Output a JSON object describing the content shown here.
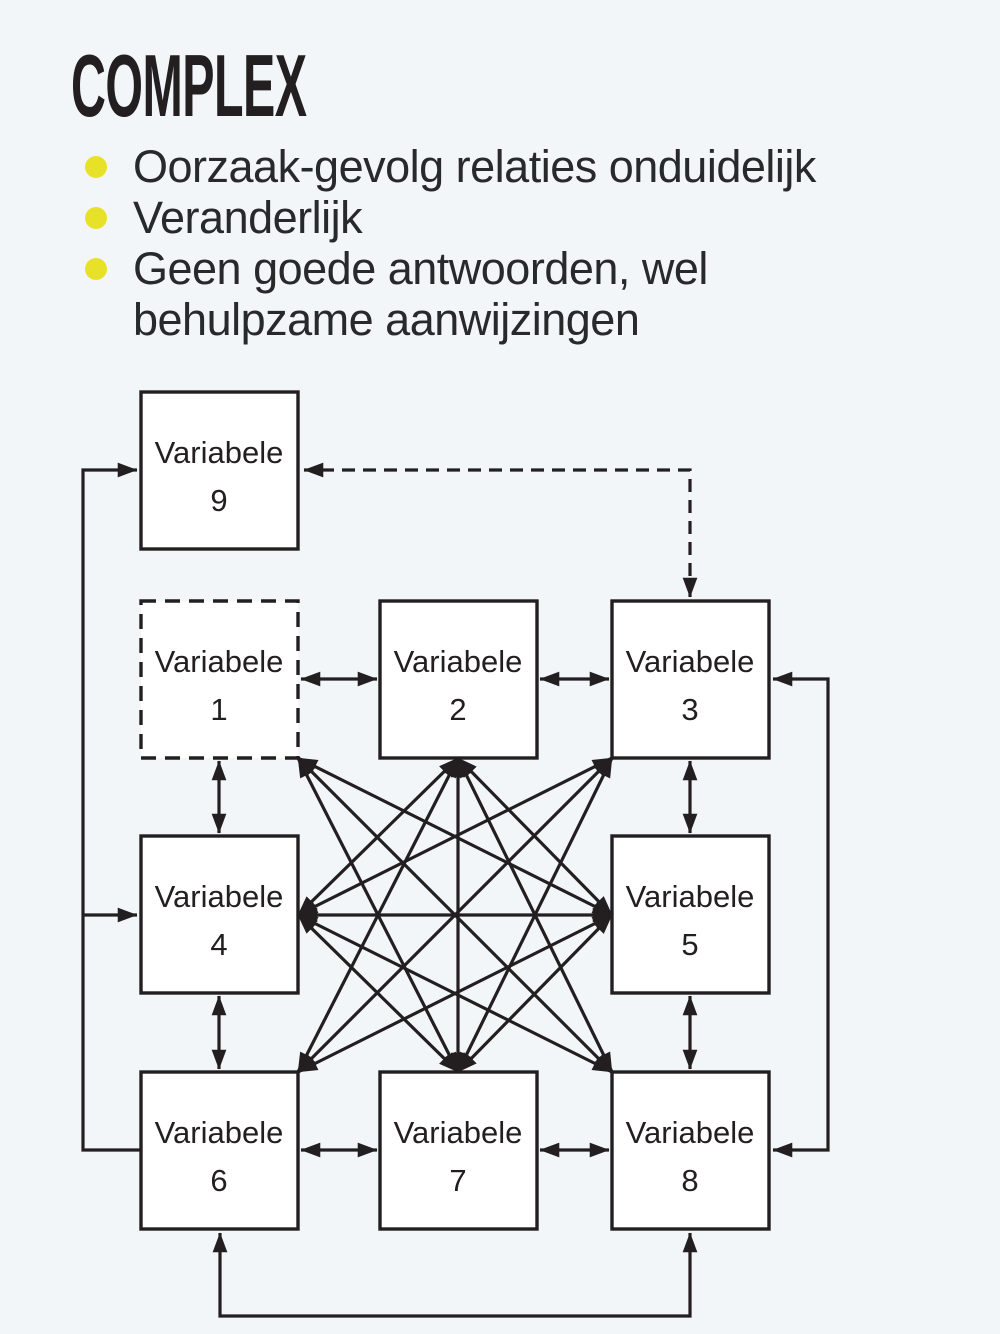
{
  "title": "COMPLEX",
  "bullets": {
    "items": [
      {
        "text": "Oorzaak-gevolg relaties onduidelijk"
      },
      {
        "text": "Veranderlijk"
      },
      {
        "text": "Geen goede antwoorden, wel\nbehulpzame aanwijzingen"
      }
    ]
  },
  "diagram": {
    "box_word": "Variabele",
    "boxes": [
      {
        "number": "1",
        "style": "dashed"
      },
      {
        "number": "2",
        "style": "solid"
      },
      {
        "number": "3",
        "style": "solid"
      },
      {
        "number": "4",
        "style": "solid"
      },
      {
        "number": "5",
        "style": "solid"
      },
      {
        "number": "6",
        "style": "solid"
      },
      {
        "number": "7",
        "style": "solid"
      },
      {
        "number": "8",
        "style": "solid"
      },
      {
        "number": "9",
        "style": "solid"
      }
    ]
  },
  "colors": {
    "background": "#f3f6f9",
    "ink": "#231f20",
    "bullet_dot": "#e7e128",
    "box_fill": "#ffffff",
    "body_text": "#28292b"
  }
}
